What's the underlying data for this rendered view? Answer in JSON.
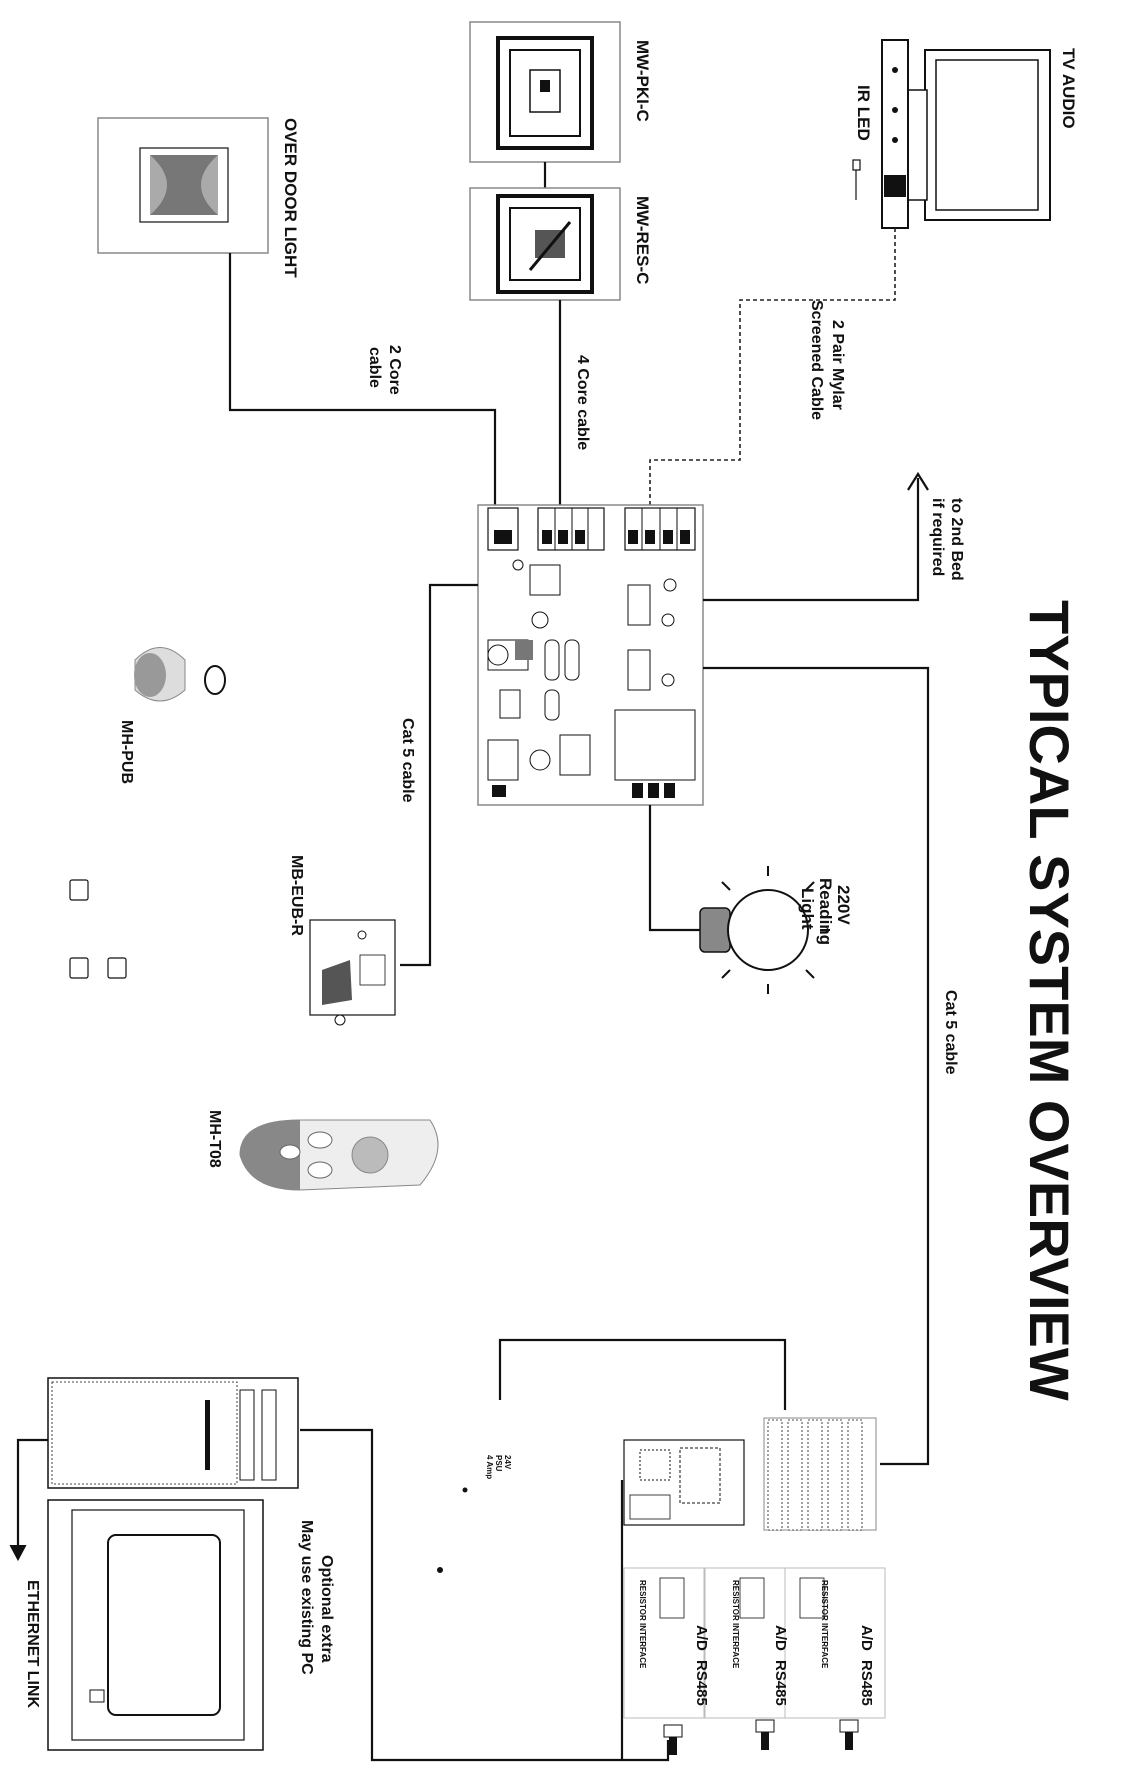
{
  "diagram": {
    "title": "TYPICAL SYSTEM OVERVIEW",
    "components": {
      "tv_audio": "TV AUDIO",
      "ir_led": "IR LED",
      "mw_pki_c": "MW-PKI-C",
      "mw_res_c": "MW-RES-C",
      "over_door_light": "OVER DOOR LIGHT",
      "mh_pub": "MH-PUB",
      "mb_eub_r": "MB-EUB-R",
      "mh_t08": "MH-T08",
      "reading_light_line1": "220V",
      "reading_light_line2": "Reading",
      "reading_light_line3": "Light",
      "pc_line1": "Optional extra",
      "pc_line2": "May use existing PC",
      "ethernet": "ETHERNET LINK"
    },
    "cables": {
      "two_pair_line1": "2 Pair Mylar",
      "two_pair_line2": "Screened Cable",
      "two_core_line1": "2 Core",
      "two_core_line2": "cable",
      "four_core": "4 Core cable",
      "cat5_left": "Cat 5 cable",
      "cat5_right": "Cat 5 cable",
      "second_bed_line1": "to 2nd Bed",
      "second_bed_line2": "if required"
    },
    "interface": {
      "a_d": "A/D",
      "rs485": "RS485",
      "resistor_interface": "RESISTOR INTERFACE",
      "psu_line1": "24V",
      "psu_line2": "PSU",
      "psu_line3": "4 Amp"
    },
    "colors": {
      "ink": "#111111",
      "paper": "#ffffff",
      "grey": "#777777"
    }
  }
}
